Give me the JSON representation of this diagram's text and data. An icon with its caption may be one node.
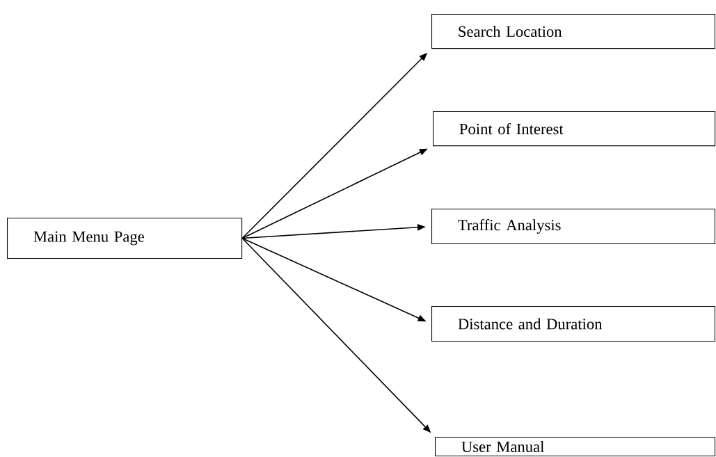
{
  "diagram": {
    "nodes": [
      {
        "text": [
          "Main Menu Page"
        ]
      },
      {
        "text": [
          "Search Location"
        ]
      },
      {
        "text": [
          "Point of Interest"
        ]
      },
      {
        "text": [
          "Traffic Analysis"
        ]
      },
      {
        "text": [
          "Distance and Duration"
        ]
      },
      {
        "text": [
          "User Manual"
        ]
      }
    ],
    "edges": [
      {
        "from": 0,
        "to": 1,
        "arrow": "to"
      },
      {
        "from": 0,
        "to": 2,
        "arrow": "to"
      },
      {
        "from": 0,
        "to": 3,
        "arrow": "to"
      },
      {
        "from": 0,
        "to": 4,
        "arrow": "to"
      },
      {
        "from": 0,
        "to": 5,
        "arrow": "to"
      }
    ]
  }
}
